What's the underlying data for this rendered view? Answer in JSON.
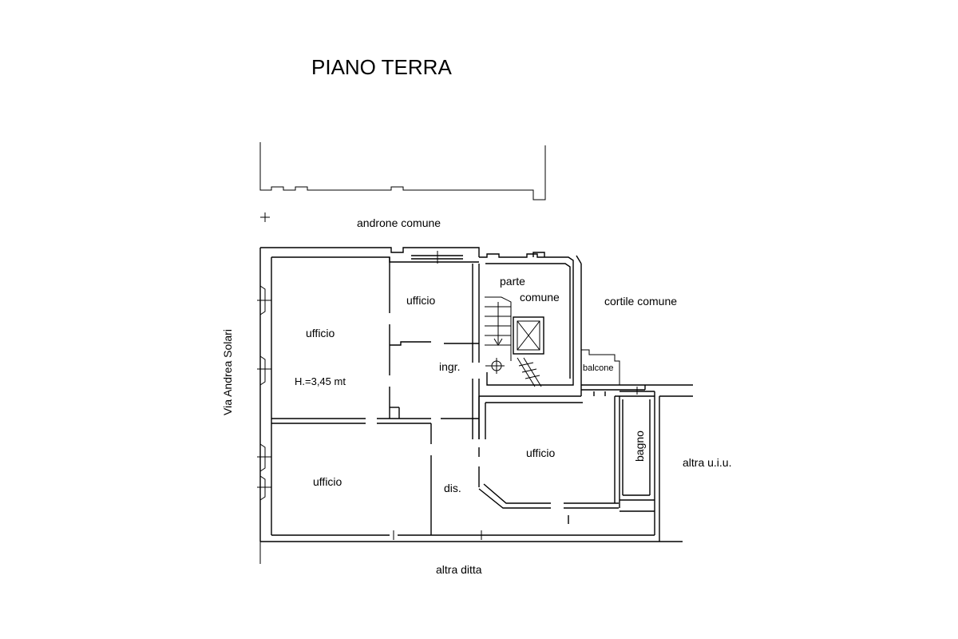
{
  "title": "PIANO TERRA",
  "labels": {
    "androne": "androne comune",
    "cortile": "cortile comune",
    "parte": "parte",
    "comune": "comune",
    "via": "Via Andrea Solari",
    "ufficio_1": "ufficio",
    "ufficio_2": "ufficio",
    "ufficio_3": "ufficio",
    "ufficio_4": "ufficio",
    "height": "H.=3,45 mt",
    "ingr": "ingr.",
    "dis": "dis.",
    "balcone": "balcone",
    "bagno": "bagno",
    "altra_uiu": "altra u.i.u.",
    "altra_ditta": "altra ditta"
  }
}
